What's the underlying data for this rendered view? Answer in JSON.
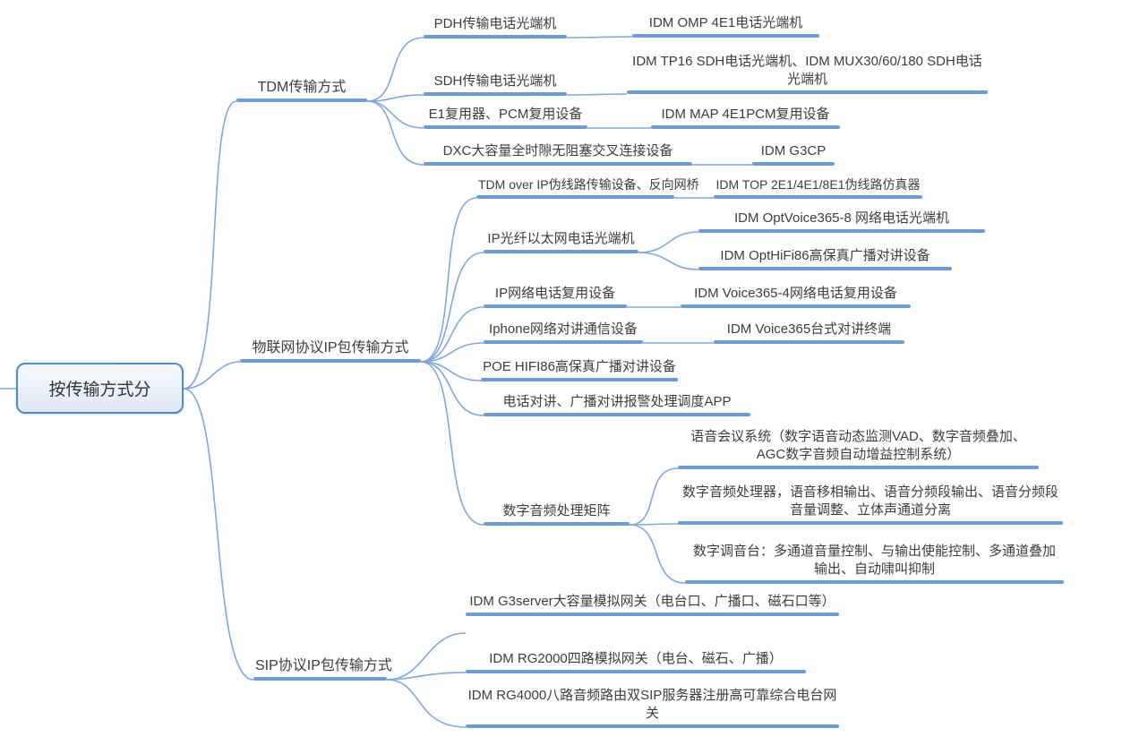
{
  "palette": {
    "connector_line": "#7FA8DC",
    "topic_underline": "#6E9BD4",
    "root_border": "#4E8AD0",
    "root_fill_top": "#F5F9FD",
    "root_fill_bottom": "#DFE9F6",
    "text": "#3D3D3D"
  },
  "map": {
    "root": "按传输方式分",
    "branches": [
      {
        "label": "TDM传输方式",
        "children": [
          {
            "label": "PDH传输电话光端机",
            "children": [
              {
                "label": "IDM OMP 4E1电话光端机"
              }
            ]
          },
          {
            "label": "SDH传输电话光端机",
            "children": [
              {
                "label": "IDM TP16 SDH电话光端机、IDM MUX30/60/180 SDH电话光端机"
              }
            ]
          },
          {
            "label": "E1复用器、PCM复用设备",
            "children": [
              {
                "label": "IDM MAP 4E1PCM复用设备"
              }
            ]
          },
          {
            "label": "DXC大容量全时隙无阻塞交叉连接设备",
            "children": [
              {
                "label": "IDM G3CP"
              }
            ]
          }
        ]
      },
      {
        "label": "物联网协议IP包传输方式",
        "children": [
          {
            "label": "TDM over IP伪线路传输设备、反向网桥",
            "children": [
              {
                "label": "IDM TOP 2E1/4E1/8E1伪线路仿真器"
              }
            ]
          },
          {
            "label": "IP光纤以太网电话光端机",
            "children": [
              {
                "label": "IDM OptVoice365-8 网络电话光端机"
              },
              {
                "label": "IDM OptHiFi86高保真广播对讲设备"
              }
            ]
          },
          {
            "label": "IP网络电话复用设备",
            "children": [
              {
                "label": "IDM Voice365-4网络电话复用设备"
              }
            ]
          },
          {
            "label": "Iphone网络对讲通信设备",
            "children": [
              {
                "label": "IDM Voice365台式对讲终端"
              }
            ]
          },
          {
            "label": "POE HIFI86高保真广播对讲设备",
            "children": []
          },
          {
            "label": "电话对讲、广播对讲报警处理调度APP",
            "children": []
          },
          {
            "label": "数字音频处理矩阵",
            "children": [
              {
                "label": "语音会议系统（数字语音动态监测VAD、数字音频叠加、AGC数字音频自动增益控制系统）"
              },
              {
                "label": "数字音频处理器，语音移相输出、语音分频段输出、语音分频段音量调整、立体声通道分离"
              },
              {
                "label": "数字调音台：多通道音量控制、与输出使能控制、多通道叠加输出、自动啸叫抑制"
              }
            ]
          }
        ]
      },
      {
        "label": "SIP协议IP包传输方式",
        "children": [
          {
            "label": "IDM G3server大容量模拟网关（电台口、广播口、磁石口等）",
            "children": []
          },
          {
            "label": "IDM RG2000四路模拟网关（电台、磁石、广播）",
            "children": []
          },
          {
            "label": "IDM RG4000八路音频路由双SIP服务器注册高可靠综合电台网关",
            "children": []
          }
        ]
      }
    ]
  }
}
